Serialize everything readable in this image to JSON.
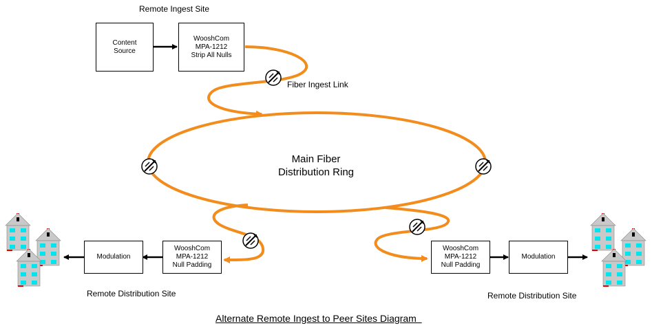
{
  "ingest_site": {
    "title": "Remote Ingest Site",
    "content_source": "Content\nSource",
    "encoder": "WooshCom\nMPA-1212\nStrip All Nulls",
    "fiber_link_label": "Fiber Ingest Link"
  },
  "ring": {
    "label_line1": "Main Fiber",
    "label_line2": "Distribution Ring"
  },
  "left_site": {
    "title": "Remote Distribution Site",
    "device": "WooshCom\nMPA-1212\nNull Padding",
    "modulation": "Modulation"
  },
  "right_site": {
    "title": "Remote Distribution Site",
    "device": "WooshCom\nMPA-1212\nNull Padding",
    "modulation": "Modulation"
  },
  "caption": "Alternate Remote Ingest to Peer Sites Diagram  ",
  "colors": {
    "fiber": "#f28c1c",
    "house_body": "#c9c9c9",
    "house_window": "#00e5ee",
    "chimney": "#e00000"
  }
}
